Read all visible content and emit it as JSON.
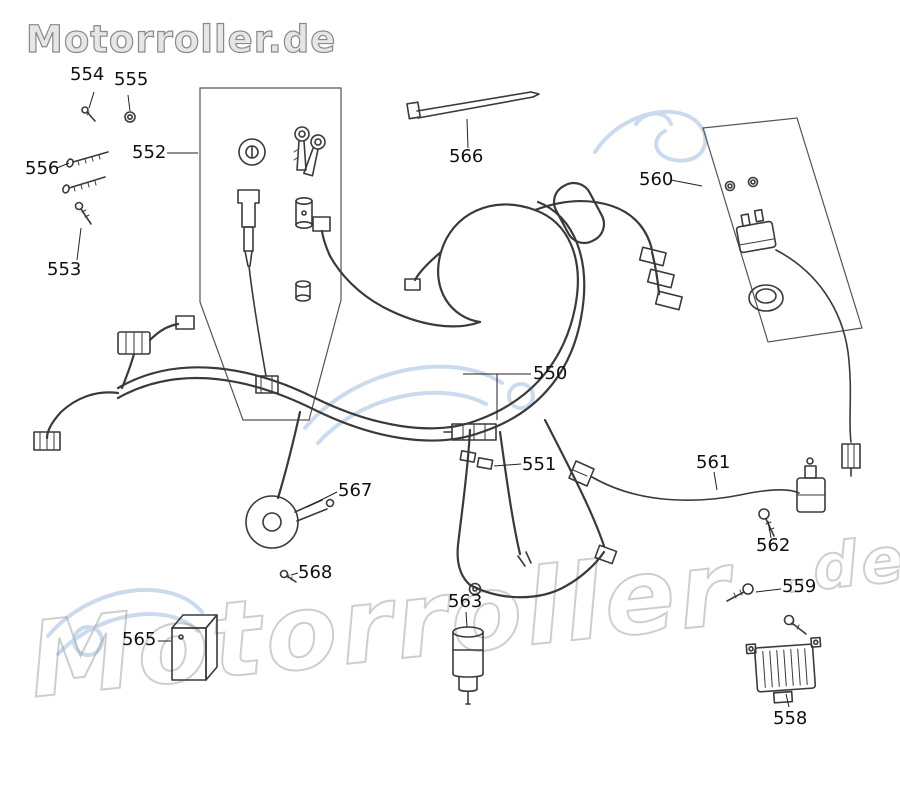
{
  "brand": {
    "logo_text": "Motorroller.de",
    "watermark_text": "Motorroller",
    "watermark_suffix": ".de"
  },
  "diagram": {
    "labels": {
      "p550": "550",
      "p551": "551",
      "p552": "552",
      "p553": "553",
      "p554": "554",
      "p555": "555",
      "p556": "556",
      "p558": "558",
      "p559": "559",
      "p560": "560",
      "p561": "561",
      "p562": "562",
      "p563": "563",
      "p565": "565",
      "p566": "566",
      "p567": "567",
      "p568": "568"
    },
    "colors": {
      "line": "#3a3a3a",
      "box": "#555555",
      "label_text": "#111111",
      "watermark_blue": "#b6cde8",
      "watermark_gray": "#9f9f9f",
      "logo_fill": "#e6e6e6",
      "logo_stroke": "#8a8a8a"
    }
  }
}
